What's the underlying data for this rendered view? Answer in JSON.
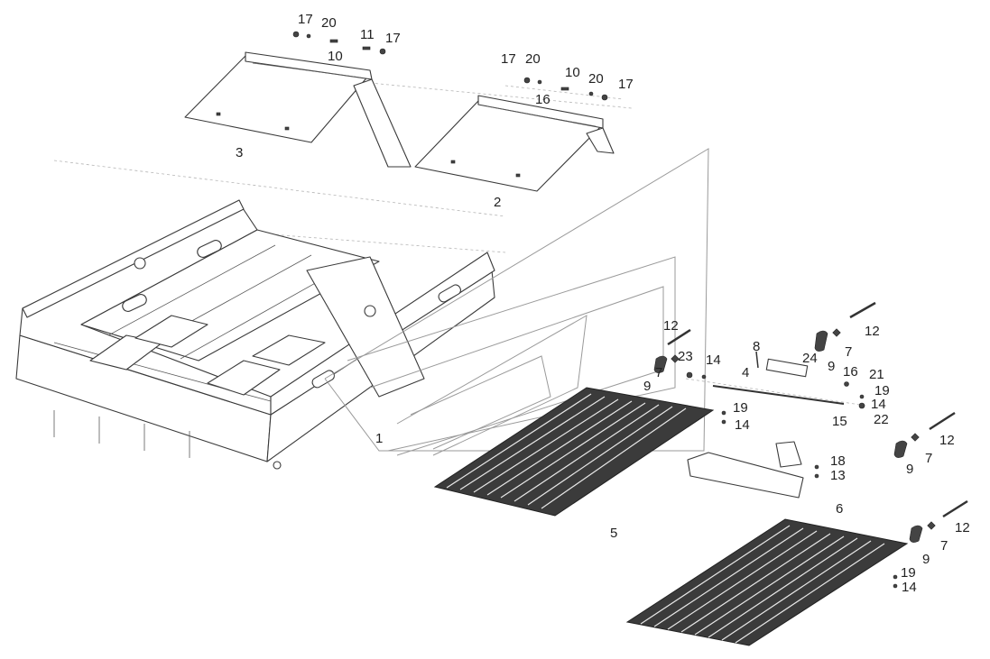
{
  "callouts": [
    {
      "id": "c17a",
      "text": "17"
    },
    {
      "id": "c20a",
      "text": "20"
    },
    {
      "id": "c11",
      "text": "11"
    },
    {
      "id": "c17b",
      "text": "17"
    },
    {
      "id": "c10a",
      "text": "10"
    },
    {
      "id": "c3",
      "text": "3"
    },
    {
      "id": "c17c",
      "text": "17"
    },
    {
      "id": "c20b",
      "text": "20"
    },
    {
      "id": "c10b",
      "text": "10"
    },
    {
      "id": "c20c",
      "text": "20"
    },
    {
      "id": "c17d",
      "text": "17"
    },
    {
      "id": "c16a",
      "text": "16"
    },
    {
      "id": "c2",
      "text": "2"
    },
    {
      "id": "c12a",
      "text": "12"
    },
    {
      "id": "c12b",
      "text": "12"
    },
    {
      "id": "c8",
      "text": "8"
    },
    {
      "id": "c7a",
      "text": "7"
    },
    {
      "id": "c24",
      "text": "24"
    },
    {
      "id": "c23",
      "text": "23"
    },
    {
      "id": "c14a",
      "text": "14"
    },
    {
      "id": "c9a",
      "text": "9"
    },
    {
      "id": "c16b",
      "text": "16"
    },
    {
      "id": "c7b",
      "text": "7"
    },
    {
      "id": "c4",
      "text": "4"
    },
    {
      "id": "c21",
      "text": "21"
    },
    {
      "id": "c9b",
      "text": "9"
    },
    {
      "id": "c19a",
      "text": "19"
    },
    {
      "id": "c14b",
      "text": "14"
    },
    {
      "id": "c19b",
      "text": "19"
    },
    {
      "id": "c14c",
      "text": "14"
    },
    {
      "id": "c15",
      "text": "15"
    },
    {
      "id": "c22",
      "text": "22"
    },
    {
      "id": "c1",
      "text": "1"
    },
    {
      "id": "c12c",
      "text": "12"
    },
    {
      "id": "c7c",
      "text": "7"
    },
    {
      "id": "c9c",
      "text": "9"
    },
    {
      "id": "c18",
      "text": "18"
    },
    {
      "id": "c13",
      "text": "13"
    },
    {
      "id": "c6",
      "text": "6"
    },
    {
      "id": "c5",
      "text": "5"
    },
    {
      "id": "c12d",
      "text": "12"
    },
    {
      "id": "c7d",
      "text": "7"
    },
    {
      "id": "c9d",
      "text": "9"
    },
    {
      "id": "c19c",
      "text": "19"
    },
    {
      "id": "c14d",
      "text": "14"
    }
  ],
  "icons": {
    "bolt": "bolt-icon",
    "washer": "washer-icon",
    "nut": "nut-icon",
    "bracket": "bracket-icon"
  }
}
